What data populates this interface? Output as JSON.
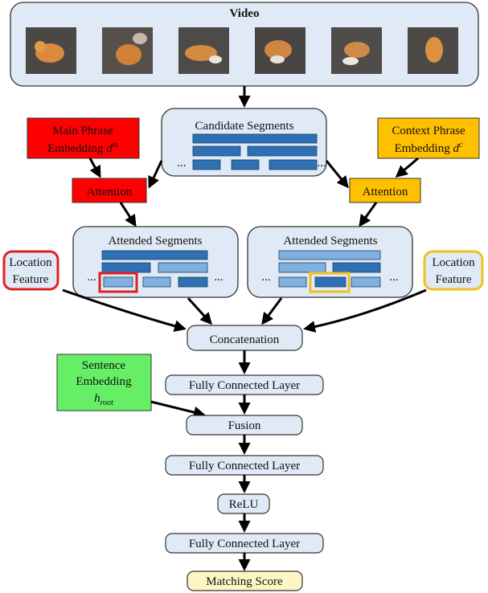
{
  "video": {
    "title": "Video",
    "frame_count": 6
  },
  "candidate": {
    "title": "Candidate Segments",
    "ellipsis": "..."
  },
  "main_phrase": {
    "line1": "Main Phrase",
    "line2": "Embedding",
    "symbol": "d",
    "superscript": "m"
  },
  "context_phrase": {
    "line1": "Context Phrase",
    "line2": "Embedding",
    "symbol": "d",
    "superscript": "c"
  },
  "attention_left": {
    "label": "Attention"
  },
  "attention_right": {
    "label": "Attention"
  },
  "attended_left": {
    "title": "Attended Segments",
    "ellipsis": "..."
  },
  "attended_right": {
    "title": "Attended Segments",
    "ellipsis": "..."
  },
  "location_left": {
    "line1": "Location",
    "line2": "Feature"
  },
  "location_right": {
    "line1": "Location",
    "line2": "Feature"
  },
  "concatenation": {
    "label": "Concatenation"
  },
  "sentence": {
    "line1": "Sentence",
    "line2": "Embedding",
    "symbol": "h",
    "subscript": "root"
  },
  "fc1": {
    "label": "Fully Connected Layer"
  },
  "fusion": {
    "label": "Fusion"
  },
  "fc2": {
    "label": "Fully Connected Layer"
  },
  "relu": {
    "label": "ReLU"
  },
  "fc3": {
    "label": "Fully Connected Layer"
  },
  "output": {
    "label": "Matching Score"
  },
  "colors": {
    "panel_fill": "#dfeaf6",
    "panel_stroke": "#333333",
    "seg_dark": "#2f6fb3",
    "seg_light": "#7fb0de",
    "red_box": "#ff0000",
    "yellow_box": "#ffc000",
    "green_box": "#66ee66",
    "score_fill": "#fdf6c4",
    "highlight_red": "#e02020",
    "highlight_yellow": "#f0c020"
  }
}
